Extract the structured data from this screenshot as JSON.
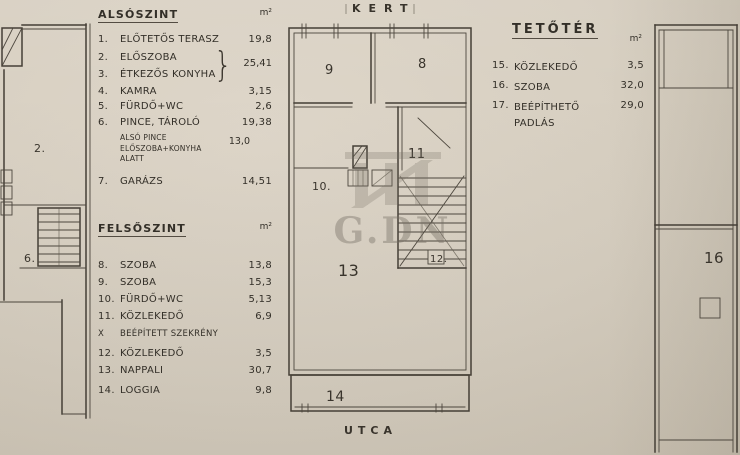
{
  "meta": {
    "paper_color": "#d8d0c2",
    "ink_color": "#3b362e",
    "watermark_color": "#756e63"
  },
  "orientation": {
    "top_label": "KERT",
    "bottom_label": "UTCA"
  },
  "watermark": {
    "text": "G.DN"
  },
  "lower_level": {
    "title": "ALSÓSZINT",
    "unit": "m²",
    "rows": [
      {
        "num": "1.",
        "name": "ELŐTETŐS TERASZ",
        "area": "19,8"
      },
      {
        "num": "2.",
        "name": "ELŐSZOBA",
        "area": ""
      },
      {
        "num": "3.",
        "name": "ÉTKEZŐS KONYHA",
        "area": ""
      },
      {
        "num": "4.",
        "name": "KAMRA",
        "area": "3,15"
      },
      {
        "num": "5.",
        "name": "FÜRDŐ+WC",
        "area": "2,6"
      },
      {
        "num": "6.",
        "name": "PINCE, TÁROLÓ",
        "area": "19,38"
      },
      {
        "num": "7.",
        "name": "GARÁZS",
        "area": "14,51"
      }
    ],
    "pair_area": "25,41",
    "pair_brace": "}",
    "sub_note": {
      "lines": [
        "ALSÓ PINCE",
        "ELŐSZOBA+KONYHA",
        "ALATT"
      ],
      "area": "13,0"
    }
  },
  "upper_level": {
    "title": "FELSŐSZINT",
    "unit": "m²",
    "rows": [
      {
        "num": "8.",
        "name": "SZOBA",
        "area": "13,8"
      },
      {
        "num": "9.",
        "name": "SZOBA",
        "area": "15,3"
      },
      {
        "num": "10.",
        "name": "FÜRDŐ+WC",
        "area": "5,13"
      },
      {
        "num": "11.",
        "name": "KÖZLEKEDŐ",
        "area": "6,9"
      },
      {
        "num": "X",
        "name": "BEÉPÍTETT SZEKRÉNY",
        "area": ""
      },
      {
        "num": "12.",
        "name": "KÖZLEKEDŐ",
        "area": "3,5"
      },
      {
        "num": "13.",
        "name": "NAPPALI",
        "area": "30,7"
      },
      {
        "num": "14.",
        "name": "LOGGIA",
        "area": "9,8"
      }
    ]
  },
  "attic": {
    "title": "TETŐTÉR",
    "unit": "m²",
    "rows": [
      {
        "num": "15.",
        "name": "KÖZLEKEDŐ",
        "area": "3,5"
      },
      {
        "num": "16.",
        "name": "SZOBA",
        "area": "32,0"
      },
      {
        "num": "17.",
        "name": "BEÉPÍTHETŐ PADLÁS",
        "area": "29,0"
      }
    ]
  },
  "plan_labels": {
    "left": {
      "room2": "2.",
      "room6": "6."
    },
    "center": {
      "room8": "8",
      "room9": "9",
      "room10": "10.",
      "room11": "11",
      "room12": "12.",
      "room13": "13",
      "room14": "14"
    },
    "right": {
      "room16": "16"
    }
  }
}
